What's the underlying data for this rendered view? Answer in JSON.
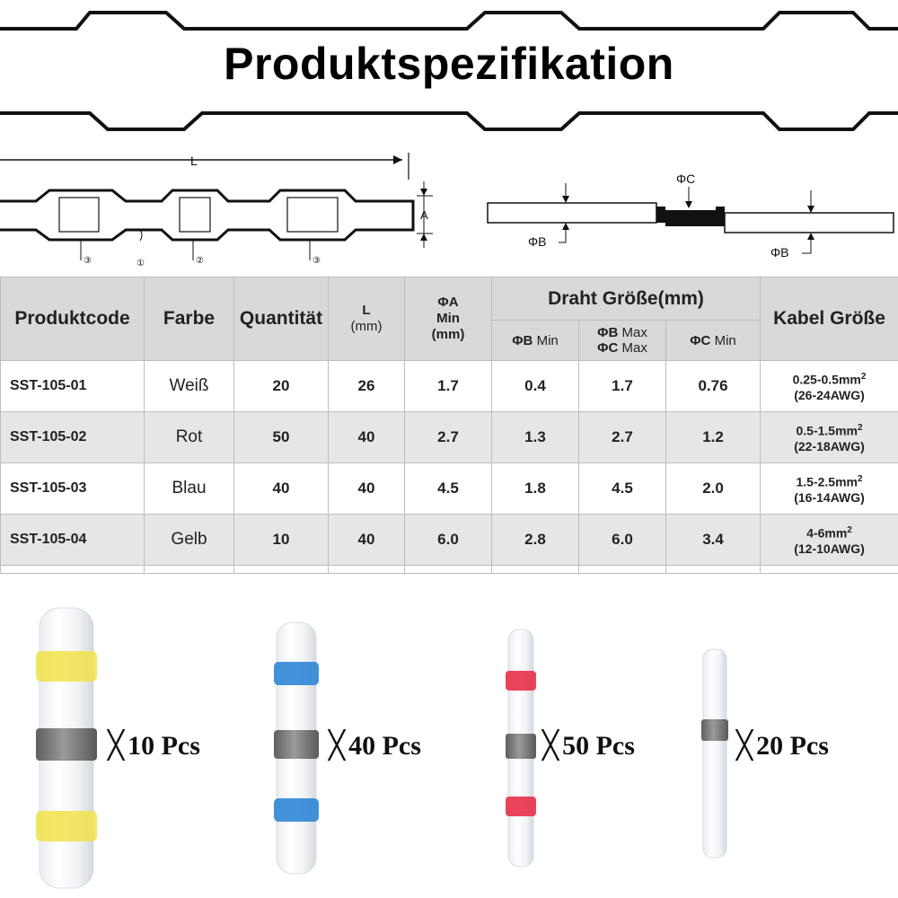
{
  "title": "Produktspezifikation",
  "diagram": {
    "length_label": "L",
    "diameter_label": "A",
    "marker_1": "③",
    "marker_2": "①",
    "marker_3": "②",
    "marker_4": "③",
    "c_label": "ΦC",
    "b_label_left": "ΦB",
    "b_label_right": "ΦB"
  },
  "table": {
    "headers": {
      "code": "Produktcode",
      "color": "Farbe",
      "quantity": "Quantität",
      "length": "L",
      "length_unit": "(mm)",
      "a_min_1": "ΦA",
      "a_min_2": "Min",
      "a_min_3": "(mm)",
      "wire_group": "Draht Größe(mm)",
      "b_min_sym": "ΦB",
      "b_min_text": "Min",
      "bc_max_b_sym": "ΦB",
      "bc_max_b_text": "Max",
      "bc_max_c_sym": "ΦC",
      "bc_max_c_text": "Max",
      "c_min_sym": "ΦC",
      "c_min_text": "Min",
      "cable": "Kabel Größe"
    },
    "rows": [
      {
        "code": "SST-105-01",
        "color": "Weiß",
        "qty": "20",
        "l": "26",
        "a": "1.7",
        "bmin": "0.4",
        "bmax": "1.7",
        "cmin": "0.76",
        "cable": "0.25-0.5mm",
        "sq": "2",
        "awg": "(26-24AWG)"
      },
      {
        "code": "SST-105-02",
        "color": "Rot",
        "qty": "50",
        "l": "40",
        "a": "2.7",
        "bmin": "1.3",
        "bmax": "2.7",
        "cmin": "1.2",
        "cable": "0.5-1.5mm",
        "sq": "2",
        "awg": "(22-18AWG)"
      },
      {
        "code": "SST-105-03",
        "color": "Blau",
        "qty": "40",
        "l": "40",
        "a": "4.5",
        "bmin": "1.8",
        "bmax": "4.5",
        "cmin": "2.0",
        "cable": "1.5-2.5mm",
        "sq": "2",
        "awg": "(16-14AWG)"
      },
      {
        "code": "SST-105-04",
        "color": "Gelb",
        "qty": "10",
        "l": "40",
        "a": "6.0",
        "bmin": "2.8",
        "bmax": "6.0",
        "cmin": "3.4",
        "cable": "4-6mm",
        "sq": "2",
        "awg": "(12-10AWG)"
      }
    ]
  },
  "products": [
    {
      "x_mark": "╳",
      "qty": "10 Pcs",
      "band_color": "#f2e24a"
    },
    {
      "x_mark": "╳",
      "qty": "40 Pcs",
      "band_color": "#2f86d6"
    },
    {
      "x_mark": "╳",
      "qty": "50 Pcs",
      "band_color": "#e8304a"
    },
    {
      "x_mark": "╳",
      "qty": "20 Pcs",
      "band_color": "#e8e8e8"
    }
  ],
  "colors": {
    "header_bg": "#d9d9d9",
    "alt_row_bg": "#e6e6e6",
    "solder_ring": "#7d7d7d"
  }
}
